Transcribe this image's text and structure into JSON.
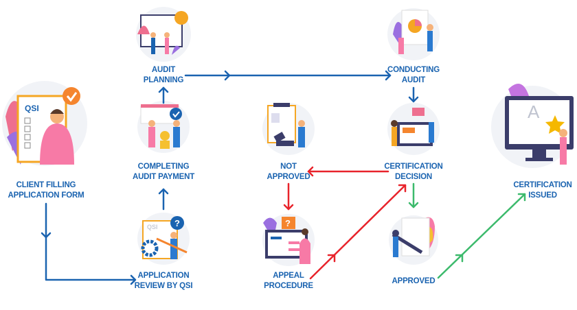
{
  "colors": {
    "flow": "#1a63b0",
    "rejected": "#e8232b",
    "approved": "#3cba6c",
    "label": "#1a63b0"
  },
  "steps": {
    "client_filling": {
      "line1": "CLIENT FILLING",
      "line2": "APPLICATION FORM",
      "illustration_text": "QSI",
      "icon": "checkmark-badge-icon"
    },
    "application_review": {
      "line1": "APPLICATION",
      "line2": "REVIEW BY QSI",
      "illustration_text": "QSI",
      "icon": "question-badge-icon"
    },
    "completing_payment": {
      "line1": "COMPLETING",
      "line2": "AUDIT PAYMENT",
      "icon": "checkmark-badge-icon"
    },
    "audit_planning": {
      "line1": "AUDIT",
      "line2": "PLANNING"
    },
    "conducting_audit": {
      "line1": "CONDUCTING",
      "line2": "AUDIT"
    },
    "certification_decision": {
      "line1": "CERTIFICATION",
      "line2": "DECISION"
    },
    "not_approved": {
      "line1": "NOT",
      "line2": "APPROVED"
    },
    "appeal_procedure": {
      "line1": "APPEAL",
      "line2": "PROCEDURE",
      "icon": "question-badge-icon"
    },
    "approved": {
      "line1": "APPROVED"
    },
    "certification_issued": {
      "line1": "CERTIFICATION",
      "line2": "ISSUED",
      "illustration_text": "A"
    }
  }
}
